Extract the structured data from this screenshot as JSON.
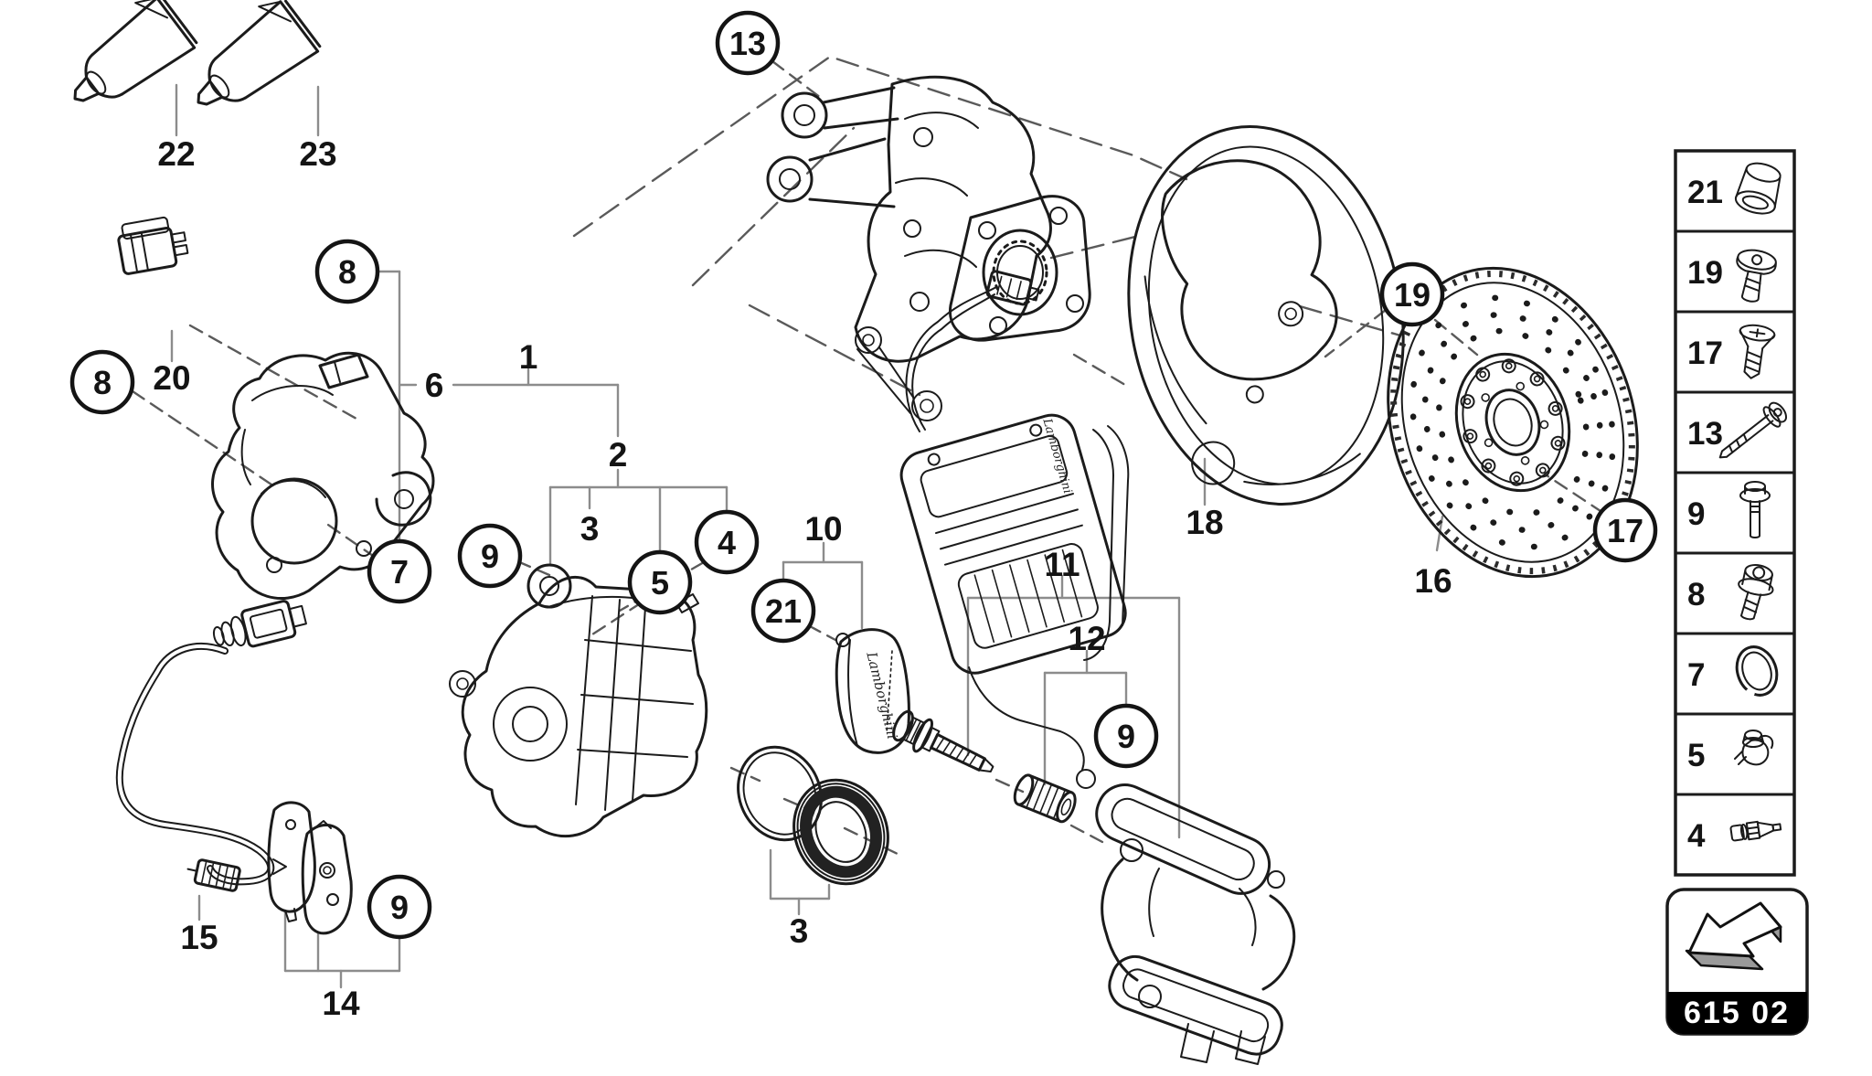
{
  "diagram": {
    "type": "exploded-parts-diagram",
    "subject": "rear brake assembly",
    "section_code": "615 02"
  },
  "brand_script": "Lamborghini",
  "callouts": {
    "circled": [
      {
        "label": "13"
      },
      {
        "label": "8"
      },
      {
        "label": "8"
      },
      {
        "label": "7"
      },
      {
        "label": "9"
      },
      {
        "label": "4"
      },
      {
        "label": "5"
      },
      {
        "label": "21"
      },
      {
        "label": "19"
      },
      {
        "label": "17"
      },
      {
        "label": "9"
      },
      {
        "label": "9"
      }
    ],
    "plain": [
      {
        "label": "22"
      },
      {
        "label": "23"
      },
      {
        "label": "20"
      },
      {
        "label": "6"
      },
      {
        "label": "1"
      },
      {
        "label": "2"
      },
      {
        "label": "3"
      },
      {
        "label": "10"
      },
      {
        "label": "11"
      },
      {
        "label": "12"
      },
      {
        "label": "18"
      },
      {
        "label": "16"
      },
      {
        "label": "3"
      },
      {
        "label": "15"
      },
      {
        "label": "14"
      }
    ]
  },
  "legend": {
    "rows": [
      {
        "number": "21",
        "icon": "dust-cap-icon"
      },
      {
        "number": "19",
        "icon": "pan-head-screw-icon"
      },
      {
        "number": "17",
        "icon": "countersunk-screw-icon"
      },
      {
        "number": "13",
        "icon": "long-bolt-icon"
      },
      {
        "number": "9",
        "icon": "flange-bolt-icon"
      },
      {
        "number": "8",
        "icon": "socket-head-bolt-icon"
      },
      {
        "number": "7",
        "icon": "o-ring-icon"
      },
      {
        "number": "5",
        "icon": "bleeder-valve-cap-icon"
      },
      {
        "number": "4",
        "icon": "bleeder-screw-icon"
      }
    ]
  },
  "footer_badge": {
    "code": "615 02"
  },
  "colors": {
    "background": "#ffffff",
    "line": "#1b1b1b",
    "leader_line": "#8c8c8c",
    "dashed_line": "#5a5a5a",
    "badge_background": "#000000",
    "badge_text": "#ffffff",
    "arrow_gray": "#9a9a9a"
  }
}
